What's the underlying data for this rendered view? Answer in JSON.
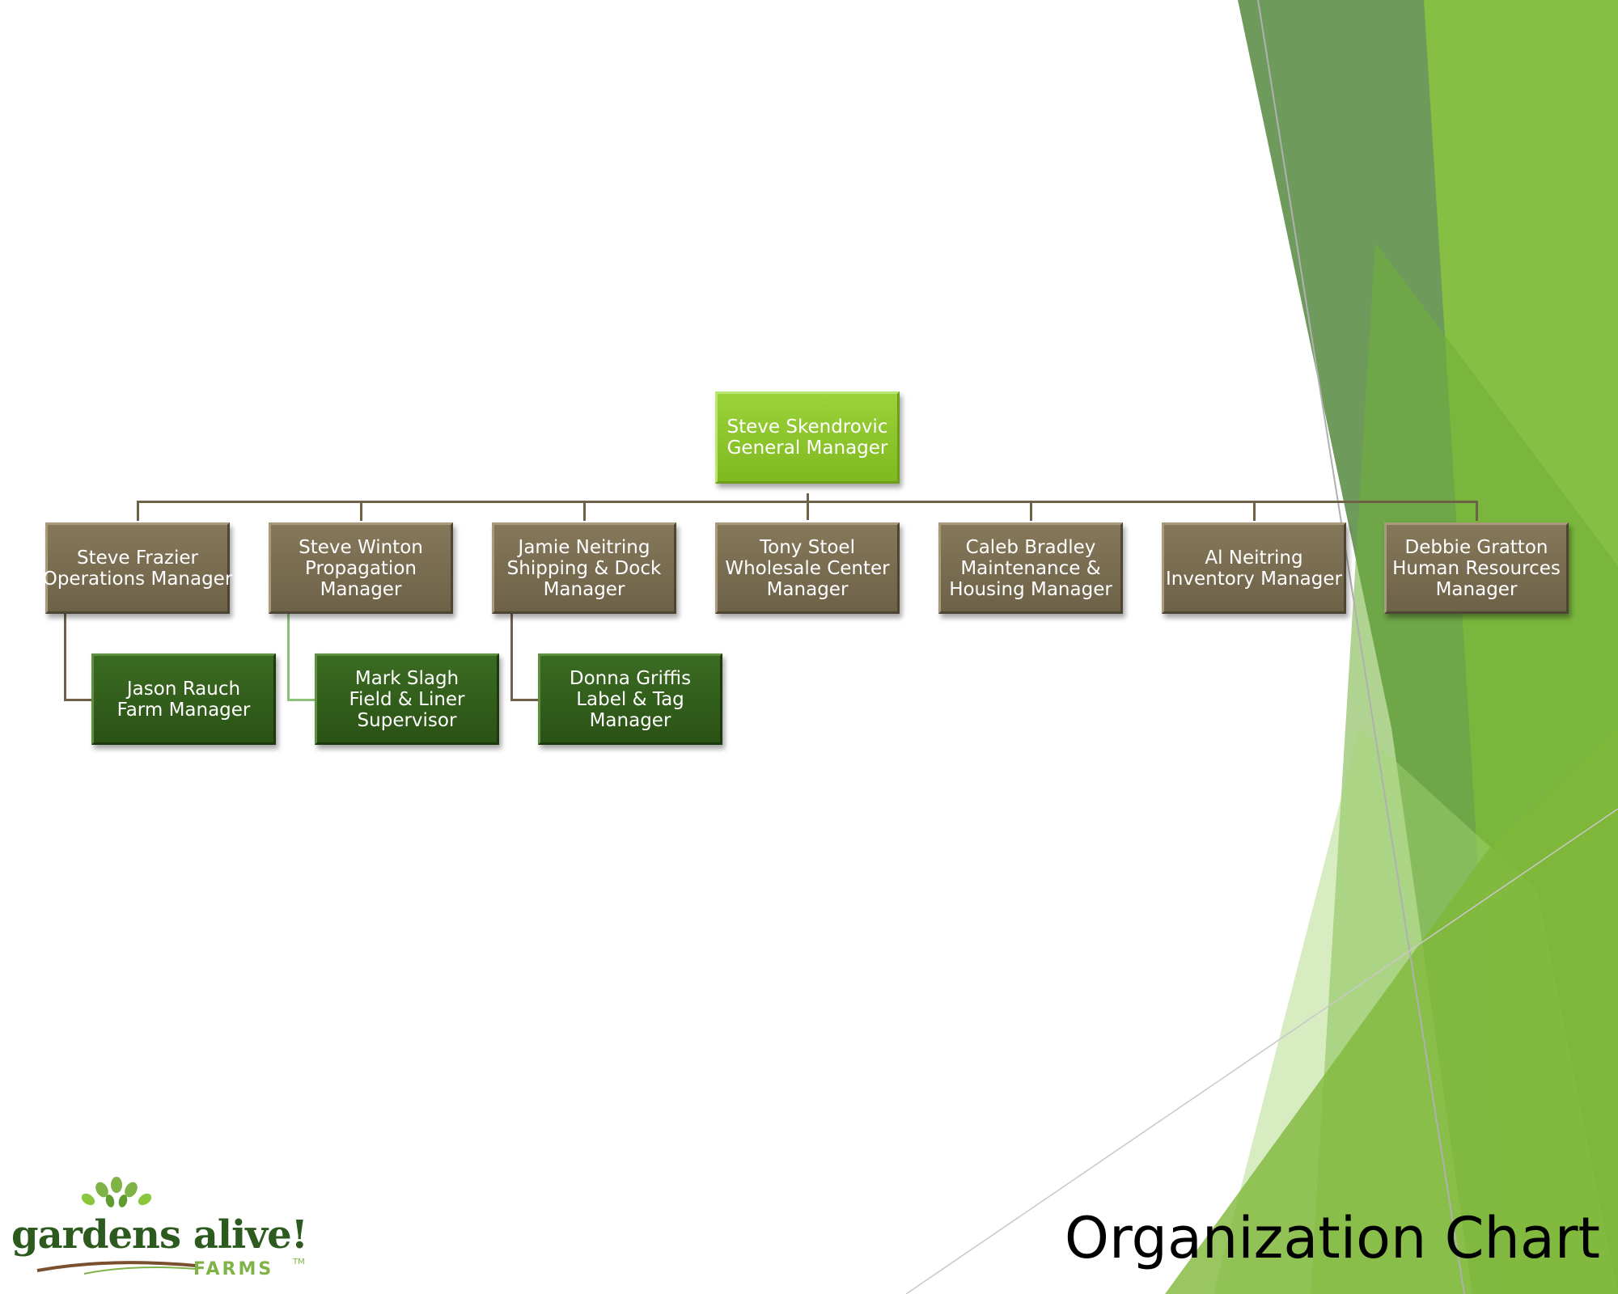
{
  "title": "Organization Chart",
  "logo": {
    "name": "gardens alive!",
    "subtitle": "FARMS",
    "tm": "TM"
  },
  "colors": {
    "top": "#8cc63f",
    "manager": "#756a4f",
    "sub": "#2f5b19",
    "connector": "#6d6148"
  },
  "org": {
    "head": {
      "lines": [
        "Steve Skendrovic",
        "General Manager"
      ]
    },
    "managers": [
      {
        "lines": [
          "Steve Frazier",
          "Operations Manager"
        ],
        "reports": [
          {
            "lines": [
              "Jason Rauch",
              "Farm Manager"
            ]
          }
        ]
      },
      {
        "lines": [
          "Steve Winton",
          "Propagation",
          "Manager"
        ],
        "reports": [
          {
            "lines": [
              "Mark Slagh",
              "Field & Liner",
              "Supervisor"
            ]
          }
        ]
      },
      {
        "lines": [
          "Jamie Neitring",
          "Shipping & Dock",
          "Manager"
        ],
        "reports": [
          {
            "lines": [
              "Donna Griffis",
              "Label & Tag",
              "Manager"
            ]
          }
        ]
      },
      {
        "lines": [
          "Tony Stoel",
          "Wholesale Center",
          "Manager"
        ],
        "reports": []
      },
      {
        "lines": [
          "Caleb Bradley",
          "Maintenance &",
          "Housing Manager"
        ],
        "reports": []
      },
      {
        "lines": [
          "Al Neitring",
          "Inventory Manager"
        ],
        "reports": []
      },
      {
        "lines": [
          "Debbie Gratton",
          "Human Resources",
          "Manager"
        ],
        "reports": []
      }
    ]
  }
}
